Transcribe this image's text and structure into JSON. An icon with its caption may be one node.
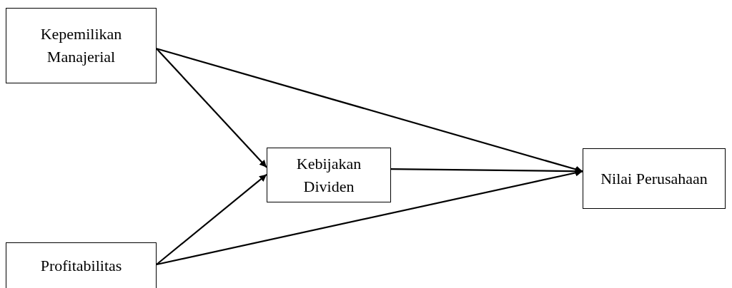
{
  "diagram": {
    "nodes": [
      {
        "text": [
          "Kepemilikan Manajerial"
        ]
      },
      {
        "text": [
          "Profitabilitas"
        ]
      },
      {
        "text": [
          "Kebijakan Dividen"
        ]
      },
      {
        "text": [
          "Nilai Perusahaan"
        ]
      }
    ],
    "edges": [
      {
        "from": 0,
        "to": 2,
        "arrow": "to"
      },
      {
        "from": 0,
        "to": 3,
        "arrow": "to"
      },
      {
        "from": 2,
        "to": 3,
        "arrow": "to"
      },
      {
        "from": 1,
        "to": 2,
        "arrow": "to"
      },
      {
        "from": 1,
        "to": 3,
        "arrow": "to"
      }
    ]
  }
}
